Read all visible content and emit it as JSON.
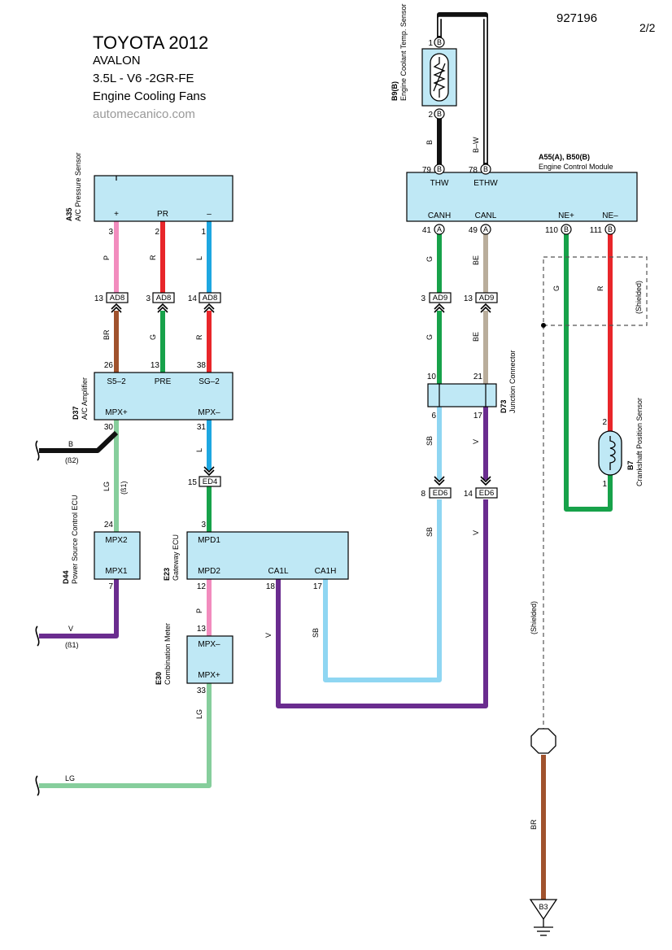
{
  "header": {
    "make_year": "TOYOTA 2012",
    "model": "AVALON",
    "engine": "3.5L - V6 -2GR-FE",
    "system": "Engine Cooling Fans",
    "site": "automecanico.com",
    "diagram_number": "927196",
    "page": "2/2"
  },
  "colors": {
    "box_fill": "#bfe8f5",
    "P": "#f28cbe",
    "R": "#e8262a",
    "L": "#1ea7e1",
    "BR": "#a0522d",
    "G": "#17a24a",
    "LG": "#86ce9c",
    "SB": "#8fd6f2",
    "V": "#6a2c8f",
    "BE": "#b9ad9b",
    "B": "#111111",
    "B-W": "#111111"
  },
  "components": {
    "ac_pressure_sensor": {
      "code": "A35",
      "name": "A/C Pressure Sensor",
      "pins": [
        "+",
        "PR",
        "–"
      ]
    },
    "ac_amplifier": {
      "code": "D37",
      "name": "A/C Amplifier",
      "pins": [
        "S5–2",
        "PRE",
        "SG–2",
        "MPX+",
        "MPX–"
      ]
    },
    "power_source_ecu": {
      "code": "D44",
      "name": "Power Source Control ECU",
      "pins": [
        "MPX2",
        "MPX1"
      ]
    },
    "gateway_ecu": {
      "code": "E23",
      "name": "Gateway ECU",
      "pins": [
        "MPD1",
        "MPD2",
        "CA1L",
        "CA1H"
      ]
    },
    "combination_meter": {
      "code": "E30",
      "name": "Combination Meter",
      "pins": [
        "MPX–",
        "MPX+"
      ]
    },
    "coolant_sensor": {
      "code": "B9(B)",
      "name": "Engine Coolant Temp. Sensor"
    },
    "ecm": {
      "code": "A55(A), B50(B)",
      "name": "Engine Control Module",
      "pins": [
        "THW",
        "ETHW",
        "CANH",
        "CANL",
        "NE+",
        "NE–"
      ]
    },
    "junction": {
      "code": "D73",
      "name": "Junction Connector"
    },
    "crank_sensor": {
      "code": "B7",
      "name": "Crankshaft Position Sensor"
    }
  },
  "connectors": {
    "AD8": "AD8",
    "AD9": "AD9",
    "ED4": "ED4",
    "ED6": "ED6",
    "ground": "B3"
  },
  "labels": {
    "shielded": "(Shielded)",
    "ref1": "(ß1)",
    "ref2": "(ß2)"
  }
}
